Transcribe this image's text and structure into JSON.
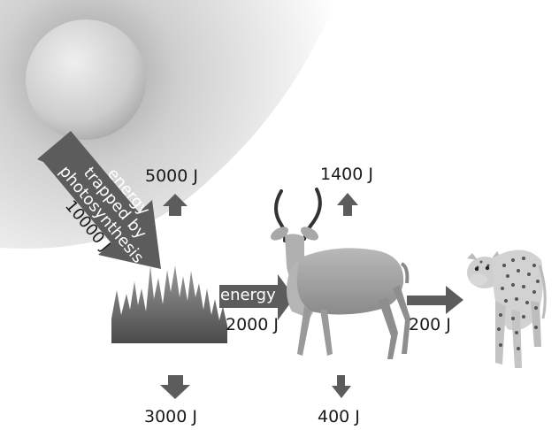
{
  "diagram": {
    "sun_arrow_lines": [
      "energy",
      "trapped by",
      "photosynthesis",
      "10000 J"
    ],
    "plant_loss_up": "5000 J",
    "plant_loss_down": "3000 J",
    "plant_to_antelope_word": "energy",
    "plant_to_antelope_value": "2000 J",
    "antelope_loss_up": "1400 J",
    "antelope_loss_down": "400 J",
    "antelope_to_cheetah_value": "200 J"
  },
  "colors": {
    "arrow_fill": "#5c5c5c",
    "sun_fill": "#c8c8c8",
    "grass_fill": "#6a6a6a"
  },
  "icons": {
    "sun": "sun-icon",
    "plants": "grass-icon",
    "primary_consumer": "antelope-icon",
    "secondary_consumer": "cheetah-icon"
  }
}
